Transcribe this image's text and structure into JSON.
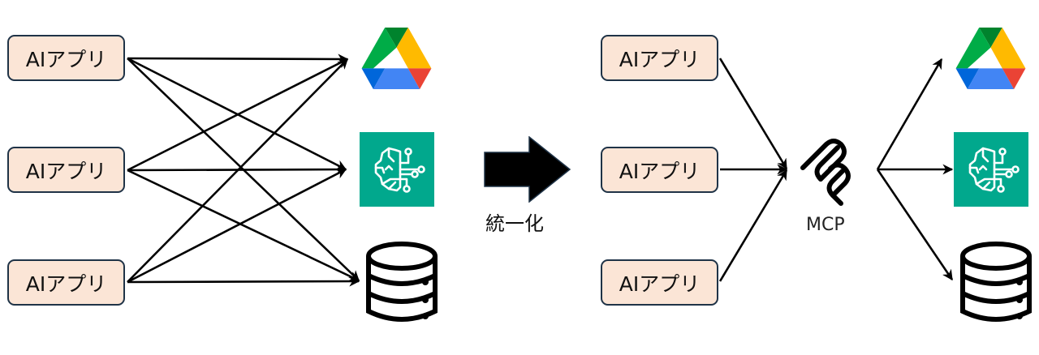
{
  "left_diagram": {
    "apps": [
      {
        "label": "AIアプリ"
      },
      {
        "label": "AIアプリ"
      },
      {
        "label": "AIアプリ"
      }
    ],
    "targets": [
      {
        "icon": "google-drive-icon"
      },
      {
        "icon": "ai-brain-circuit-icon"
      },
      {
        "icon": "database-icon"
      }
    ]
  },
  "transition": {
    "icon": "big-right-arrow-icon",
    "label": "統一化"
  },
  "right_diagram": {
    "apps": [
      {
        "label": "AIアプリ"
      },
      {
        "label": "AIアプリ"
      },
      {
        "label": "AIアプリ"
      }
    ],
    "hub": {
      "icon": "mcp-logo-icon",
      "label": "MCP"
    },
    "targets": [
      {
        "icon": "google-drive-icon"
      },
      {
        "icon": "ai-brain-circuit-icon"
      },
      {
        "icon": "database-icon"
      }
    ]
  },
  "colors": {
    "app_fill": "#fbe5d6",
    "app_border": "#1f3347",
    "brain_bg": "#01a88d",
    "drive_green": "#00ac47",
    "drive_dark_green": "#00832d",
    "drive_yellow": "#ffba00",
    "drive_blue_dark": "#0066da",
    "drive_blue": "#4285f4",
    "drive_red": "#ea4335"
  }
}
